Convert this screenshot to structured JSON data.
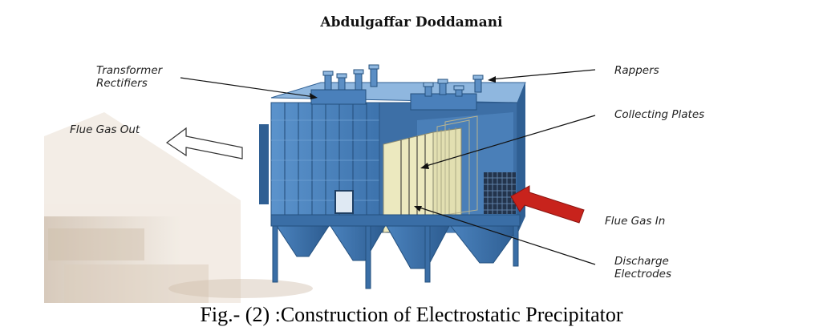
{
  "header": {
    "author": "Abdulgaffar Doddamani"
  },
  "figure": {
    "labels": {
      "transformer_line1": "Transformer",
      "transformer_line2": "Rectifiers",
      "rappers": "Rappers",
      "flue_gas_out": "Flue Gas Out",
      "collecting_plates": "Collecting Plates",
      "flue_gas_in": "Flue Gas In",
      "discharge_line1": "Discharge",
      "discharge_line2": "Electrodes"
    },
    "colors": {
      "body": "#4f86bf",
      "body_dark": "#2f5f93",
      "plates": "#ece9bf",
      "inlet_arrow": "#c8231c"
    }
  },
  "caption": "Fig.- (2) :Construction of Electrostatic Precipitator"
}
